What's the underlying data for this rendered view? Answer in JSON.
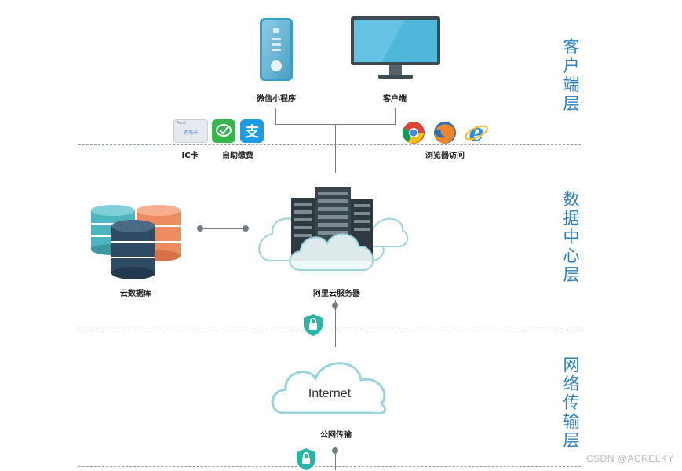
{
  "layers": {
    "client": "客户端层",
    "datacenter": "数据中心层",
    "network": "网络传输层"
  },
  "labels": {
    "wechat": "微信小程序",
    "client_end": "客户端",
    "ic_card": "IC卡",
    "self_pay": "自助缴费",
    "browser": "浏览器访问",
    "cloud_db": "云数据库",
    "aliyun": "阿里云服务器",
    "public_net": "公网传输",
    "internet": "Internet",
    "card_text_top": "Acrel",
    "card_text": "购电卡"
  },
  "watermark": "CSDN @ACRELKY",
  "colors": {
    "accent": "#2b7fc1",
    "cloud_outline": "#9ad3dc",
    "teal": "#4db5c0",
    "db_orange": "#ef8c5f",
    "db_navy": "#2f4a63",
    "shield": "#29b6a8"
  }
}
